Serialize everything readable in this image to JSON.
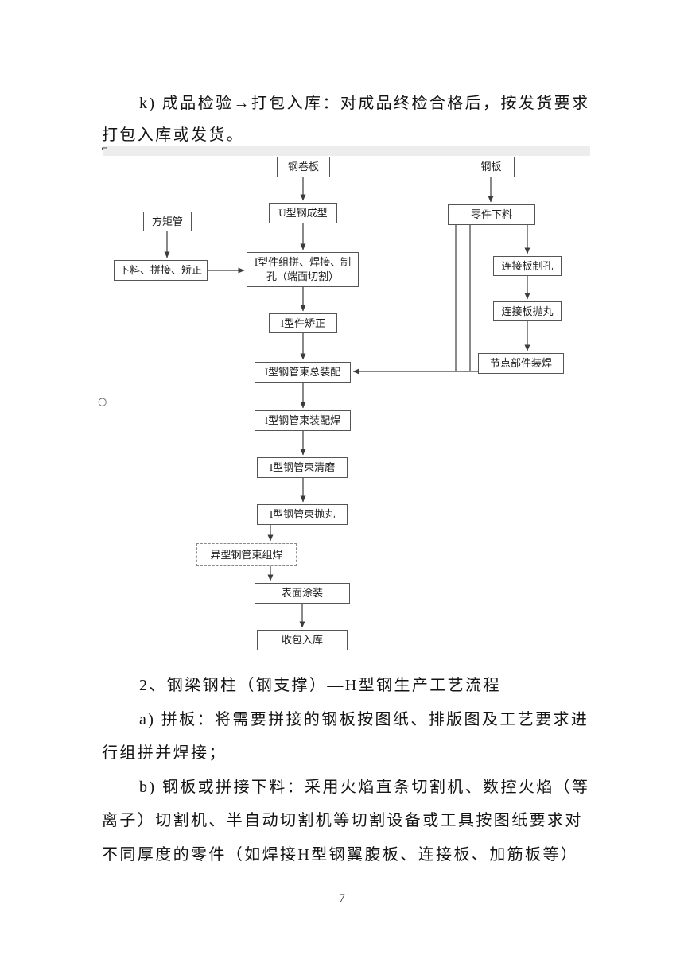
{
  "document": {
    "paragraph_k": {
      "line1": "k) 成品检验→打包入库：对成品终检合格后，按发货要求",
      "line2": "打包入库或发货。"
    },
    "section2_heading": "2、钢梁钢柱（钢支撑）—H型钢生产工艺流程",
    "paragraph_a": {
      "line1": "a) 拼板：将需要拼接的钢板按图纸、排版图及工艺要求进",
      "line2": "行组拼并焊接；"
    },
    "paragraph_b": {
      "line1": "b) 钢板或拼接下料：采用火焰直条切割机、数控火焰（等",
      "line2": "离子）切割机、半自动切割机等切割设备或工具按图纸要求对",
      "line3": "不同厚度的零件（如焊接H型钢翼腹板、连接板、加筋板等）"
    },
    "page_number": "7",
    "marks": {
      "corner": "⌐",
      "circle": "○"
    }
  },
  "flowchart": {
    "nodes": [
      {
        "label": "钢卷板"
      },
      {
        "label": "钢板"
      },
      {
        "label": "方矩管"
      },
      {
        "label": "U型钢成型"
      },
      {
        "label": "零件下料"
      },
      {
        "label": "下料、拼接、矫正"
      },
      {
        "label": "I型件组拼、焊接、制孔（端面切割）"
      },
      {
        "label": "连接板制孔"
      },
      {
        "label": "连接板抛丸"
      },
      {
        "label": "I型件矫正"
      },
      {
        "label": "节点部件装焊"
      },
      {
        "label": "I型钢管束总装配"
      },
      {
        "label": "I型钢管束装配焊"
      },
      {
        "label": "I型钢管束清磨"
      },
      {
        "label": "I型钢管束抛丸"
      },
      {
        "label": "异型钢管束组焊"
      },
      {
        "label": "表面涂装"
      },
      {
        "label": "收包入库"
      }
    ],
    "edges": [
      {
        "from": "钢卷板",
        "to": "U型钢成型"
      },
      {
        "from": "U型钢成型",
        "to": "I型件组拼、焊接、制孔（端面切割）"
      },
      {
        "from": "方矩管",
        "to": "下料、拼接、矫正"
      },
      {
        "from": "下料、拼接、矫正",
        "to": "I型件组拼、焊接、制孔（端面切割）"
      },
      {
        "from": "I型件组拼、焊接、制孔（端面切割）",
        "to": "I型件矫正"
      },
      {
        "from": "I型件矫正",
        "to": "I型钢管束总装配"
      },
      {
        "from": "钢板",
        "to": "零件下料"
      },
      {
        "from": "零件下料",
        "to": "连接板制孔"
      },
      {
        "from": "零件下料",
        "to": "I型钢管束总装配"
      },
      {
        "from": "连接板制孔",
        "to": "连接板抛丸"
      },
      {
        "from": "连接板抛丸",
        "to": "节点部件装焊"
      },
      {
        "from": "节点部件装焊",
        "to": "I型钢管束总装配"
      },
      {
        "from": "I型钢管束总装配",
        "to": "I型钢管束装配焊"
      },
      {
        "from": "I型钢管束装配焊",
        "to": "I型钢管束清磨"
      },
      {
        "from": "I型钢管束清磨",
        "to": "I型钢管束抛丸"
      },
      {
        "from": "I型钢管束抛丸",
        "to": "异型钢管束组焊"
      },
      {
        "from": "异型钢管束组焊",
        "to": "表面涂装"
      },
      {
        "from": "表面涂装",
        "to": "收包入库"
      }
    ]
  }
}
